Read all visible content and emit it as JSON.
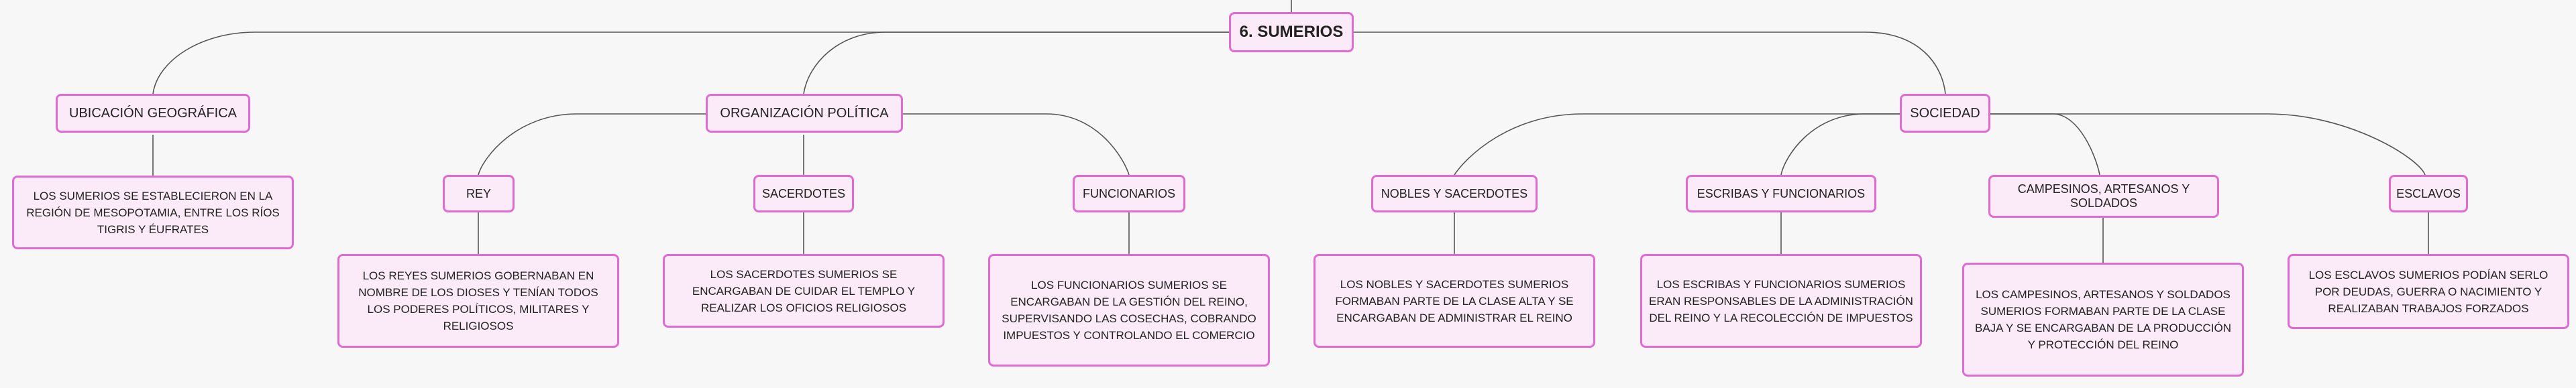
{
  "title": "6. SUMERIOS",
  "ubicacion": {
    "label": "UBICACIÓN GEOGRÁFICA",
    "desc": "LOS SUMERIOS SE ESTABLECIERON EN LA REGIÓN DE MESOPOTAMIA, ENTRE LOS RÍOS TIGRIS Y ÉUFRATES"
  },
  "organizacion": {
    "label": "ORGANIZACIÓN POLÍTICA",
    "rey": {
      "label": "REY",
      "desc": "LOS REYES SUMERIOS GOBERNABAN EN NOMBRE DE LOS DIOSES Y TENÍAN TODOS LOS PODERES POLÍTICOS, MILITARES Y RELIGIOSOS"
    },
    "sacerdotes": {
      "label": "SACERDOTES",
      "desc": "LOS SACERDOTES SUMERIOS SE ENCARGABAN DE CUIDAR EL TEMPLO Y REALIZAR LOS OFICIOS RELIGIOSOS"
    },
    "funcionarios": {
      "label": "FUNCIONARIOS",
      "desc": "LOS FUNCIONARIOS SUMERIOS SE ENCARGABAN DE LA GESTIÓN DEL REINO, SUPERVISANDO LAS COSECHAS, COBRANDO IMPUESTOS Y CONTROLANDO EL COMERCIO"
    }
  },
  "sociedad": {
    "label": "SOCIEDAD",
    "nobles": {
      "label": "NOBLES Y SACERDOTES",
      "desc": "LOS NOBLES Y SACERDOTES SUMERIOS FORMABAN PARTE DE LA CLASE ALTA Y SE ENCARGABAN DE ADMINISTRAR EL REINO"
    },
    "escribas": {
      "label": "ESCRIBAS Y FUNCIONARIOS",
      "desc": "LOS ESCRIBAS Y FUNCIONARIOS SUMERIOS ERAN RESPONSABLES DE LA ADMINISTRACIÓN DEL REINO Y LA RECOLECCIÓN DE IMPUESTOS"
    },
    "campesinos": {
      "label": "CAMPESINOS, ARTESANOS Y SOLDADOS",
      "desc": "LOS CAMPESINOS, ARTESANOS Y SOLDADOS SUMERIOS FORMABAN PARTE DE LA CLASE BAJA Y SE ENCARGABAN DE LA PRODUCCIÓN Y PROTECCIÓN DEL REINO"
    },
    "esclavos": {
      "label": "ESCLAVOS",
      "desc": "LOS ESCLAVOS SUMERIOS PODÍAN SERLO POR DEUDAS, GUERRA O NACIMIENTO Y REALIZABAN TRABAJOS FORZADOS"
    }
  },
  "colors": {
    "border": "#e06bd3",
    "fill": "#fbeaf7",
    "line": "#555555"
  }
}
